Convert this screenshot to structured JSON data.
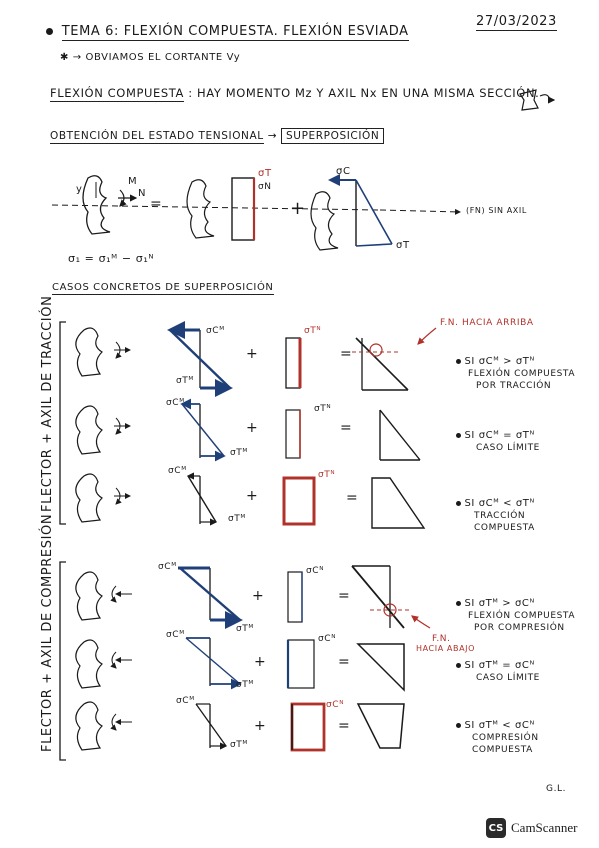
{
  "header": {
    "title": "TEMA 6: FLEXIÓN COMPUESTA. FLEXIÓN ESVIADA",
    "date": "27/03/2023",
    "note": "→ OBVIAMOS EL CORTANTE Vy"
  },
  "definition": {
    "term": "FLEXIÓN COMPUESTA",
    "text": ": HAY MOMENTO Mz Y AXIL Nx EN UNA MISMA SECCIÓN."
  },
  "estado": {
    "label": "OBTENCIÓN DEL ESTADO TENSIONAL",
    "method": "SUPERPOSICIÓN",
    "fn_label": "(FN) SIN AXIL",
    "formula": "σ₁ = σ₁ᴹ − σ₁ᴺ",
    "sigma_t": "σT",
    "sigma_c": "σC",
    "sigma_n": "σN",
    "m_label": "M",
    "n_label": "N",
    "y_label": "y"
  },
  "casos": {
    "title": "CASOS CONCRETOS DE SUPERPOSICIÓN",
    "group1": "FLECTOR + AXIL DE TRACCIÓN",
    "group2": "FLECTOR + AXIL DE COMPRESIÓN",
    "fn_arriba": "F.N. HACIA ARRIBA",
    "fn_abajo_1": "F.N.",
    "fn_abajo_2": "HACIA ABAJO",
    "rows": [
      {
        "cond": "SI σCᴹ > σTᴺ",
        "desc1": "FLEXIÓN COMPUESTA",
        "desc2": "POR TRACCIÓN"
      },
      {
        "cond": "SI σCᴹ = σTᴺ",
        "desc1": "CASO LÍMITE",
        "desc2": ""
      },
      {
        "cond": "SI σCᴹ < σTᴺ",
        "desc1": "TRACCIÓN",
        "desc2": "COMPUESTA"
      },
      {
        "cond": "SI σTᴹ > σCᴺ",
        "desc1": "FLEXIÓN COMPUESTA",
        "desc2": "POR COMPRESIÓN"
      },
      {
        "cond": "SI σTᴹ = σCᴺ",
        "desc1": "CASO LÍMITE",
        "desc2": ""
      },
      {
        "cond": "SI σTᴹ < σCᴺ",
        "desc1": "COMPRESIÓN",
        "desc2": "COMPUESTA"
      }
    ],
    "sym_plus": "+",
    "sym_eq": "=",
    "sig_cm": "σCᴹ",
    "sig_tm": "σTᴹ",
    "sig_tn": "σTᴺ",
    "sig_cn": "σCᴺ"
  },
  "signature": "G.L.",
  "footer": {
    "brand": "CamScanner",
    "badge": "CS"
  },
  "colors": {
    "ink": "#1a1a1a",
    "red": "#b0322a",
    "blue": "#1f3f78"
  }
}
